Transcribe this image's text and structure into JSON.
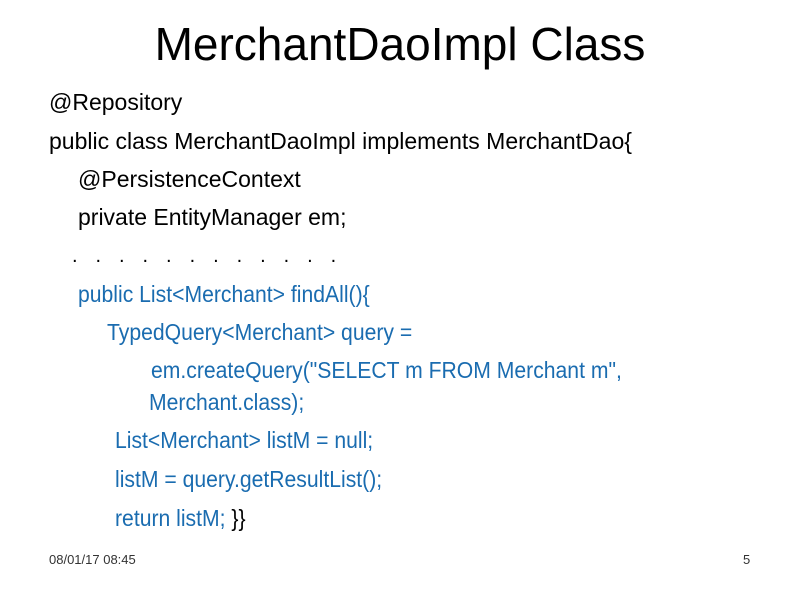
{
  "slide": {
    "title": "MerchantDaoImpl Class",
    "code_lines": [
      "@Repository",
      "public class MerchantDaoImpl implements MerchantDao{",
      "@PersistenceContext",
      "private EntityManager em;",
      ". . . . . . . . . . . .",
      "public List<Merchant> findAll(){",
      "TypedQuery<Merchant> query =",
      "em.createQuery(\"SELECT m FROM Merchant m\",",
      "Merchant.class);",
      "List<Merchant> listM = null;",
      "listM = query.getResultList();",
      "return listM; ",
      "}}"
    ],
    "colors": {
      "code_primary": "#000000",
      "code_method": "#1a6cb0"
    }
  },
  "footer": {
    "date": "08/01/17 08:45",
    "page_number": "5"
  }
}
